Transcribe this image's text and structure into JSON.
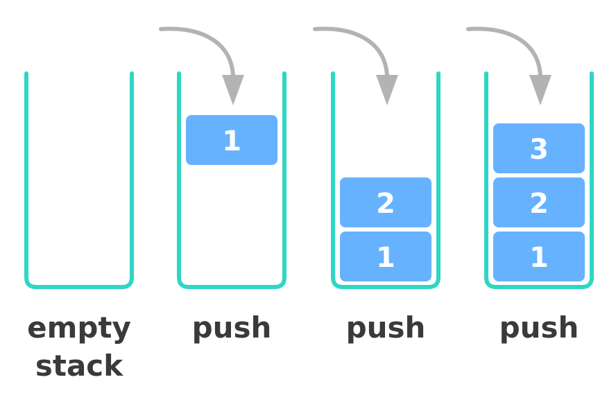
{
  "colors": {
    "container": "#2ed6c4",
    "block": "#66b2ff",
    "block_text": "#ffffff",
    "arrow": "#b3b3b3",
    "caption": "#3a3a3a"
  },
  "stacks": [
    {
      "caption_lines": [
        "empty",
        "stack"
      ],
      "items": [],
      "has_arrow": false
    },
    {
      "caption_lines": [
        "push"
      ],
      "items": [
        "1"
      ],
      "has_arrow": true
    },
    {
      "caption_lines": [
        "push"
      ],
      "items": [
        "1",
        "2"
      ],
      "has_arrow": true
    },
    {
      "caption_lines": [
        "push"
      ],
      "items": [
        "1",
        "2",
        "3"
      ],
      "has_arrow": true
    }
  ]
}
